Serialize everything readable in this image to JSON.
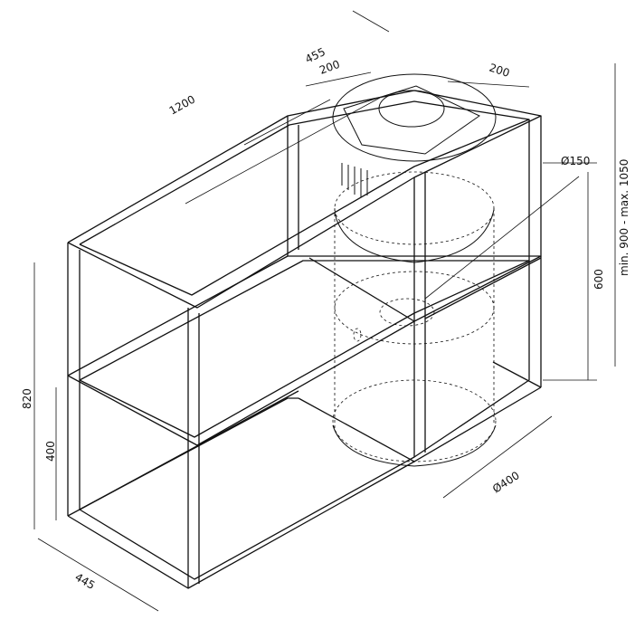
{
  "dimensions": {
    "length": "1200",
    "depth_top": "455",
    "inner_left": "200",
    "inner_right": "200",
    "duct": "Ø150",
    "height_range": "min. 900 - max. 1050",
    "inner_height": "600",
    "total_height": "820",
    "lower_height": "400",
    "depth_bottom": "445",
    "cylinder": "Ø400"
  }
}
